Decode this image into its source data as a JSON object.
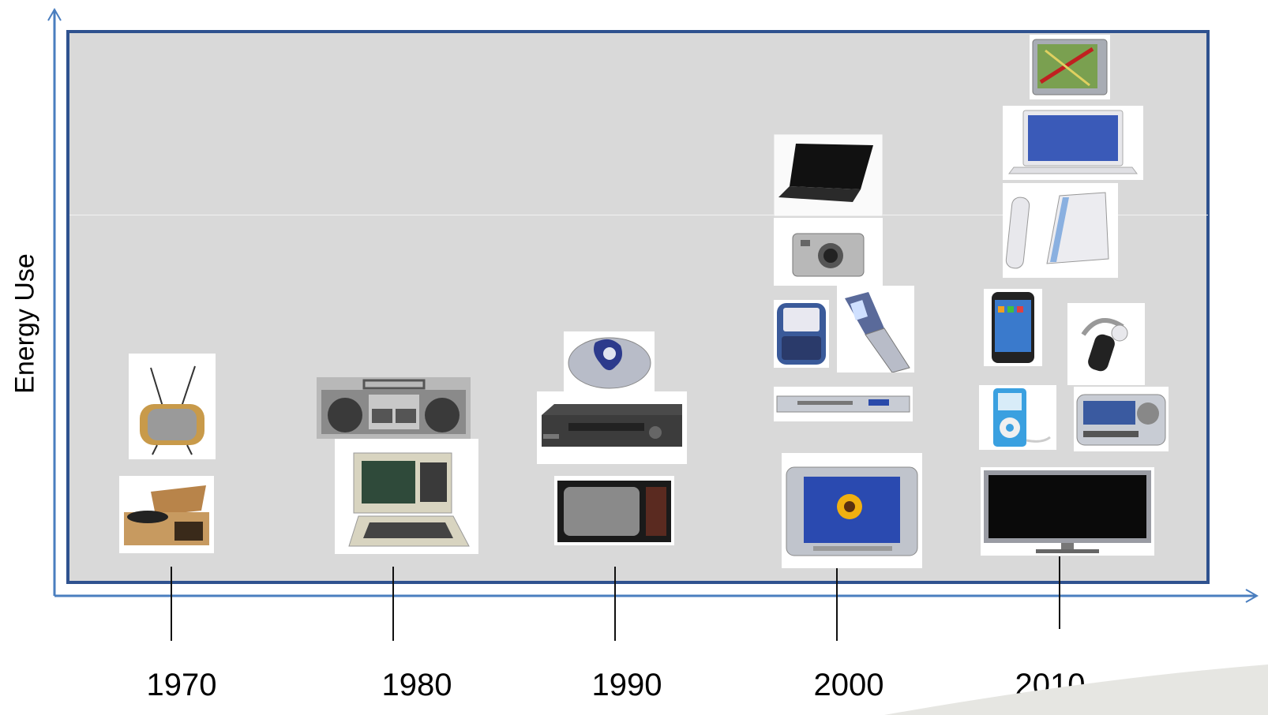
{
  "diagram": {
    "y_axis_label": "Energy Use",
    "decades": [
      {
        "year": "1970",
        "devices": [
          "television-icon",
          "record-player-icon"
        ]
      },
      {
        "year": "1980",
        "devices": [
          "boombox-icon",
          "personal-computer-icon"
        ]
      },
      {
        "year": "1990",
        "devices": [
          "cd-player-icon",
          "vcr-icon",
          "crt-television-icon"
        ]
      },
      {
        "year": "2000",
        "devices": [
          "laptop-icon",
          "digital-camera-icon",
          "blackberry-icon",
          "flip-phone-icon",
          "dvd-player-icon",
          "television-icon"
        ]
      },
      {
        "year": "2010",
        "devices": [
          "gps-navigator-icon",
          "macbook-icon",
          "game-console-icon",
          "smartphone-icon",
          "bluetooth-headset-icon",
          "mp3-player-icon",
          "satellite-radio-icon",
          "flat-panel-tv-icon"
        ]
      }
    ],
    "colors": {
      "plot_background": "#d9d9d9",
      "plot_border": "#2f528f",
      "axis": "#4a7ebf"
    }
  }
}
